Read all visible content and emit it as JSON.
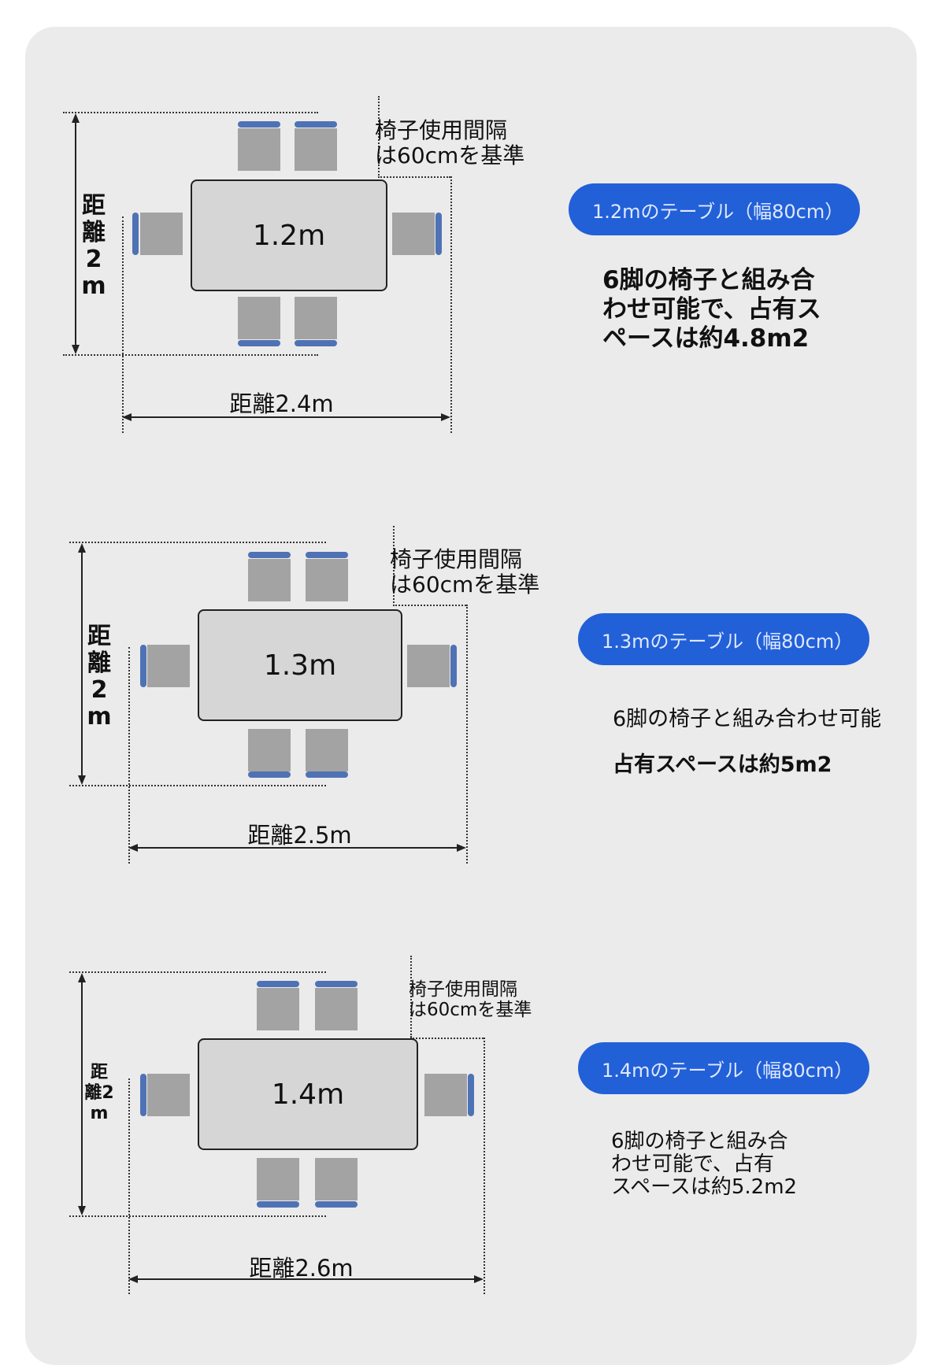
{
  "layouts": [
    {
      "table_label": "1.2m",
      "vertical_distance": "距離2m",
      "horizontal_distance": "距離2.4m",
      "spacing_note": "椅子使用間隔\nは60cmを基準",
      "pill_label": "1.2mのテーブル（幅80cm）",
      "description": "6脚の椅子と組み合\nわせ可能で、占有ス\nペースは約4.8m2"
    },
    {
      "table_label": "1.3m",
      "vertical_distance": "距離2m",
      "horizontal_distance": "距離2.5m",
      "spacing_note": "椅子使用間隔\nは60cmを基準",
      "pill_label": "1.3mのテーブル（幅80cm）",
      "description_line1": "6脚の椅子と組み合わせ可能",
      "description_line2": "占有スペースは約5m2"
    },
    {
      "table_label": "1.4m",
      "vertical_distance": "距離2m",
      "horizontal_distance": "距離2.6m",
      "spacing_note": "椅子使用間隔\nは60cmを基準",
      "pill_label": "1.4mのテーブル（幅80cm）",
      "description": "6脚の椅子と組み合\nわせ可能で、占有\nスペースは約5.2m2"
    }
  ],
  "colors": {
    "card_background": "#ebebeb",
    "chair_seat": "#a3a3a3",
    "chair_back": "#4f72b4",
    "table_fill": "#d6d6d6",
    "pill": "#2260d8"
  }
}
